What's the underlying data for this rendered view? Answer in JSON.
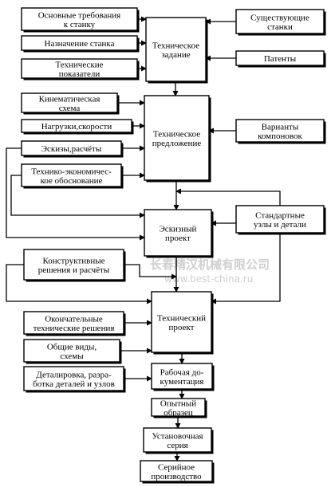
{
  "nodes": {
    "osnovnye_trebovaniya": [
      "Основные требования",
      "к станку"
    ],
    "naznachenie_stanka": [
      "Назначение станка"
    ],
    "tekh_pokazateli": [
      "Технические",
      "показатели"
    ],
    "tekh_zadanie": [
      "Техническое",
      "задание"
    ],
    "sushchestvuyushchie_stanki": [
      "Существующие",
      "станки"
    ],
    "patenty": [
      "Патенты"
    ],
    "kinematicheskaya_skhema": [
      "Кинематическая",
      "схема"
    ],
    "nagruzki_skorosti": [
      "Нагрузки,скорости"
    ],
    "eskizy_raschety": [
      "Эскизы,расчёты"
    ],
    "tekhniko_ekonom": [
      "Технико-экономичес-",
      "кое обоснование"
    ],
    "tekh_predlozhenie": [
      "Техническое",
      "предложение"
    ],
    "varianty_komponovok": [
      "Варианты",
      "компоновок"
    ],
    "eskizny_proekt": [
      "Эскизный",
      "проект"
    ],
    "standartnye_uzly": [
      "Стандартные",
      "узлы и детали"
    ],
    "konstruktivnye_resheniya": [
      "Конструктивные",
      "решения и расчёты"
    ],
    "okonchatelnye_resheniya": [
      "Окончательные",
      "технические решения"
    ],
    "obshchie_vidy": [
      "Общие виды,",
      "схемы"
    ],
    "tekhnichesky_proekt": [
      "Технический",
      "проект"
    ],
    "detalirovka": [
      "Деталировка, разра-",
      "ботка деталей и узлов"
    ],
    "rabochaya_dokumentatsiya": [
      "Рабочая до-",
      "кументация"
    ],
    "opytny_obrazets": [
      "Опытный",
      "образец"
    ],
    "ustanovochnaya_seriya": [
      "Установочная",
      "серия"
    ],
    "seriynoe_proizvodstvo": [
      "Серийное",
      "производство"
    ]
  },
  "watermark": {
    "text": "长春精汉机械有限公司",
    "url": "www.best-china.ru"
  }
}
